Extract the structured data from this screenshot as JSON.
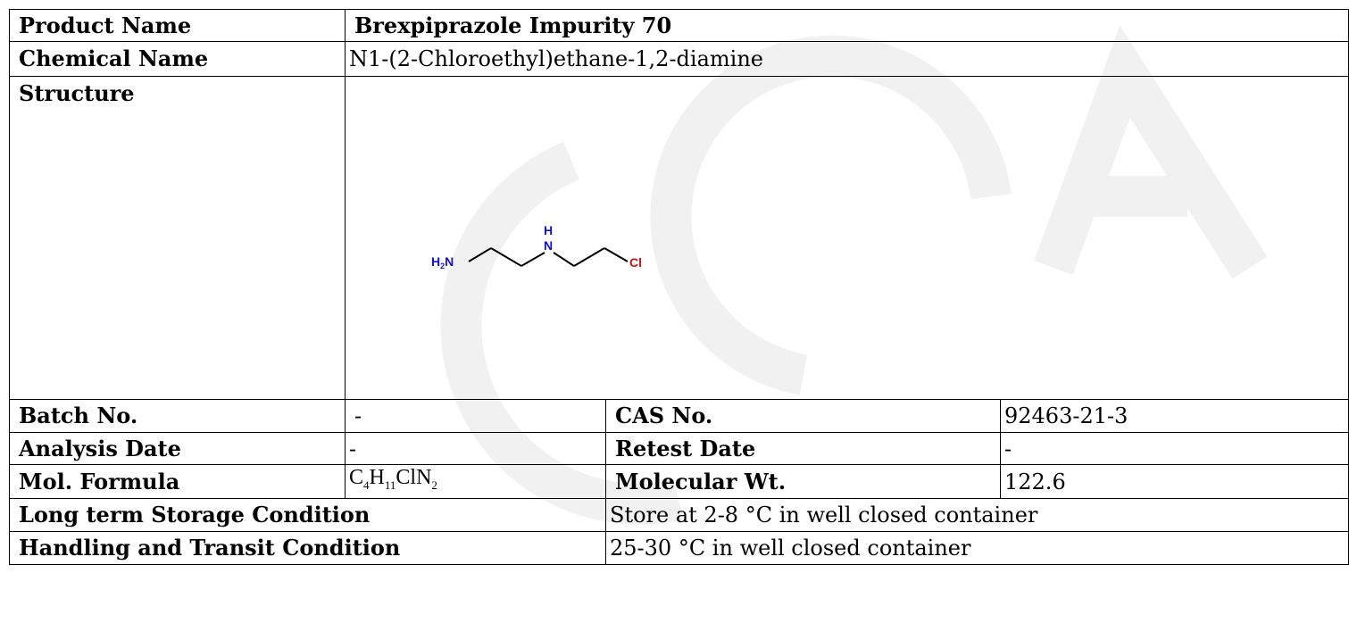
{
  "rows": {
    "product_name": {
      "label": "Product Name",
      "value": "Brexpiprazole Impurity 70"
    },
    "chemical_name": {
      "label": "Chemical Name",
      "value": "N1-(2-Chloroethyl)ethane-1,2-diamine"
    },
    "structure": {
      "label": "Structure"
    },
    "batch": {
      "label": "Batch No.",
      "value": "-",
      "label2": "CAS No.",
      "value2": "92463-21-3"
    },
    "analysis": {
      "label": "Analysis Date",
      "value": "-",
      "label2": "Retest Date",
      "value2": "-"
    },
    "formula": {
      "label": "Mol. Formula",
      "parts": [
        "C",
        "4",
        "H",
        "11",
        "ClN",
        "2"
      ],
      "label2": "Molecular Wt.",
      "value2": "122.6"
    },
    "storage": {
      "label": "Long term Storage Condition",
      "value": "Store at 2-8 °C in well closed container"
    },
    "handling": {
      "label": "Handling and Transit Condition",
      "value": "25-30 °C in well closed container"
    }
  },
  "molecule": {
    "atoms": {
      "h2n": "H2N",
      "h2n_main": "H",
      "h2n_sub": "2",
      "h2n_n": "N",
      "nh_h": "H",
      "nh_n": "N",
      "cl": "Cl"
    }
  },
  "colors": {
    "nitrogen": "#1010d0",
    "chlorine": "#d01010",
    "watermark": "#f2f2f2"
  }
}
